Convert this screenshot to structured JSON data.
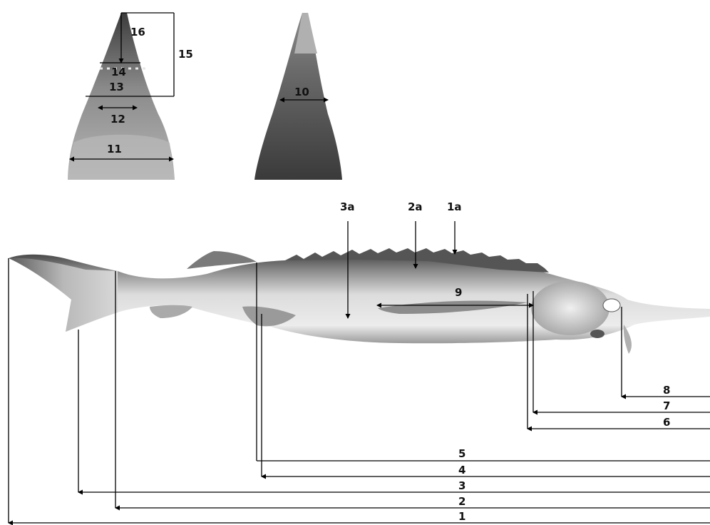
{
  "labels": {
    "top": [
      "16",
      "15",
      "14",
      "13",
      "12",
      "11",
      "10"
    ],
    "body": [
      "3a",
      "2a",
      "1a",
      "9"
    ],
    "dims": [
      "8",
      "7",
      "6",
      "5",
      "4",
      "3",
      "2",
      "1"
    ]
  },
  "colors": {
    "line": "#000000",
    "fish_light": "#e6e6e6",
    "fish_mid": "#b4b4b4",
    "fish_dark": "#5a5a5a",
    "head_ventral_dark": "#4a4a4a",
    "head_dorsal_dark": "#3a3a3a"
  }
}
